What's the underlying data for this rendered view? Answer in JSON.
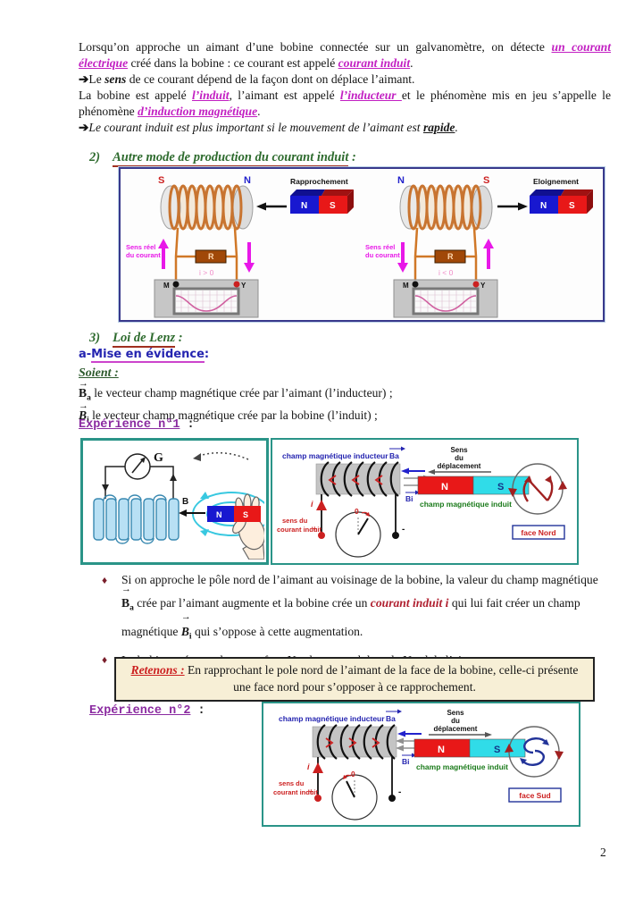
{
  "glyphs": {
    "vec_arrow": "→",
    "arrow_bullet": "➔",
    "diamond": "♦"
  },
  "page": {
    "number": "2"
  },
  "intro": {
    "p1_start": "Lorsqu’on approche un aimant d’une bobine connectée sur un galvanomètre, on détecte ",
    "p1_link1": "un courant électrique",
    "p1_mid": " créé dans la bobine : ce courant est appelé ",
    "p1_link2": "courant induit",
    "p1_end": ".",
    "arrow1_pre": "Le ",
    "arrow1_em": "sens",
    "arrow1_post": " de ce courant dépend de la façon dont on déplace l’aimant.",
    "p2_start": "La bobine est appelé ",
    "p2_link1": "l’induit",
    "p2_mid1": ", l’aimant est appelé ",
    "p2_link2": "l’inducteur ",
    "p2_mid2": "et le phénomène mis en jeu s’appelle le phénomène ",
    "p2_link3": "d’induction magnétique",
    "p2_end": ".",
    "arrow2_pre": "Le courant induit est plus important si le mouvement de l’aimant est ",
    "arrow2_strong": "rapide",
    "arrow2_end": "."
  },
  "section2": {
    "num": "2)",
    "title": "Autre mode de production du courant induit",
    "colon": " :"
  },
  "figure1": {
    "left": {
      "pole_left": "S",
      "pole_right": "N",
      "action": "Rapprochement",
      "magnet_n": "N",
      "magnet_s": "S",
      "sens1": "Sens réel",
      "sens2": "du courant",
      "resistor": "R",
      "current": "i > 0",
      "term_left": "M",
      "term_right": "Y"
    },
    "right": {
      "pole_left": "N",
      "pole_right": "S",
      "action": "Eloignement",
      "magnet_n": "N",
      "magnet_s": "S",
      "sens1": "Sens réel",
      "sens2": "du courant",
      "resistor": "R",
      "current": "i < 0",
      "term_left": "M",
      "term_right": "Y"
    }
  },
  "section3": {
    "num": "3)",
    "title": "Loi de Lenz",
    "colon": " :"
  },
  "mise": {
    "prefix": "a-",
    "title": "Mise en évidence",
    "colon": ":"
  },
  "soient": {
    "label": "Soient :"
  },
  "vectors": {
    "ba_symbol": "B",
    "ba_sub": "a",
    "ba_text": " le vecteur champ magnétique crée par l’aimant (l’inducteur) ;",
    "bi_symbol": "B",
    "bi_sub": "i",
    "bi_text": " le vecteur champ magnétique crée par la bobine (l’induit) ;"
  },
  "exp1": {
    "label": "Expérience n°1",
    "colon": " :"
  },
  "exp2": {
    "label": "Expérience n°2",
    "colon": " :"
  },
  "exp_fig": {
    "galvanometer": "G",
    "b_label": "B",
    "magnet_n_blue": "N",
    "magnet_s_red": "S",
    "inducteur_label": "champ magnétique inducteur",
    "ba": "Ba",
    "bi": "Bi",
    "sens1": "Sens",
    "sens2": "du",
    "sens3": "déplacement",
    "magnet_n": "N",
    "magnet_s": "S",
    "induit_label": "champ magnétique induit",
    "i_label": "i",
    "courant1": "sens du",
    "courant2": "courant induit",
    "zero": "0",
    "plus": "+",
    "minus": "-",
    "face_nord": "face Nord",
    "face_sud": "face Sud"
  },
  "bullets": {
    "b1_p1": "Si on approche le pôle nord de l’aimant  au voisinage de la bobine, la valeur du champ magnétique ",
    "b1_p2": " crée par l’aimant augmente et la bobine crée un ",
    "b1_em": "courant induit i",
    "b1_p3": " qui lui fait créer  un champ magnétique ",
    "b1_p4": " qui s’oppose à cette augmentation.",
    "b2_p1": "La bobine présente donc une ",
    "b2_u": "face Nord",
    "b2_p2": " en regard du pole Nord de l’aimant."
  },
  "retenons": {
    "label": "Retenons :",
    "text": " En rapprochant le pole nord de l’aimant de la face de la bobine, celle-ci présente une face nord pour s’opposer à ce rapprochement."
  },
  "colors": {
    "accent_magenta": "#c21fc2",
    "heading_green": "#2e6b2e",
    "underline_red": "#a03020",
    "navy": "#2424b0",
    "purple": "#8a2aa0",
    "dark_red": "#b02030",
    "teal_border": "#2a9488",
    "retenons_bg": "#f7efd6"
  }
}
